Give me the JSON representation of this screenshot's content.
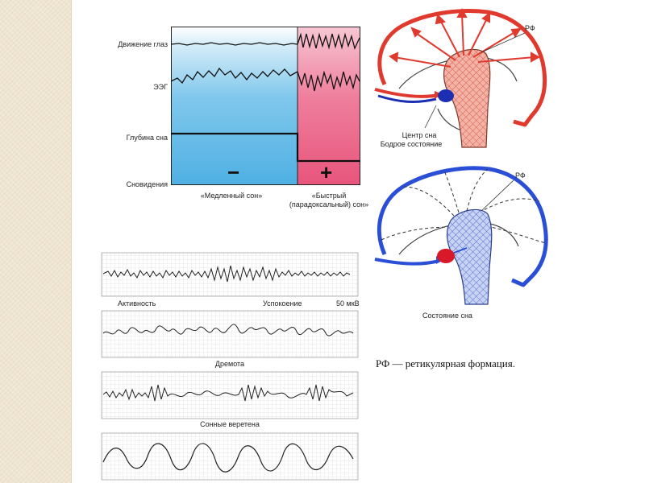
{
  "sleep_chart": {
    "row_labels": {
      "eye_movement": "Движение глаз",
      "eeg": "ЭЭГ",
      "sleep_depth": "Глубина сна",
      "dreams": "Сновидения"
    },
    "slow_sleep": {
      "sign": "−",
      "label": "«Медленный сон»"
    },
    "fast_sleep": {
      "sign": "+",
      "label": "«Быстрый (парадоксальный) сон»"
    },
    "colors": {
      "slow": "#59b6e6",
      "fast": "#e8557c"
    }
  },
  "brain_diagrams": {
    "awake": {
      "rf_label": "РФ",
      "caption_line1": "Центр сна",
      "caption_line2": "Бодрое состояние",
      "cortex_color": "#e03a2f",
      "center_color": "#1c2fb3"
    },
    "asleep": {
      "rf_label": "РФ",
      "caption": "Состояние сна",
      "cortex_color": "#2a4fd6",
      "center_color": "#d8192a"
    }
  },
  "eeg_traces": {
    "activity": "Активность",
    "calm": "Успокоение",
    "scale": "50 мкВ",
    "drowsiness": "Дремота",
    "spindles": "Сонные веретена"
  },
  "footnote": "РФ — ретикулярная формация."
}
